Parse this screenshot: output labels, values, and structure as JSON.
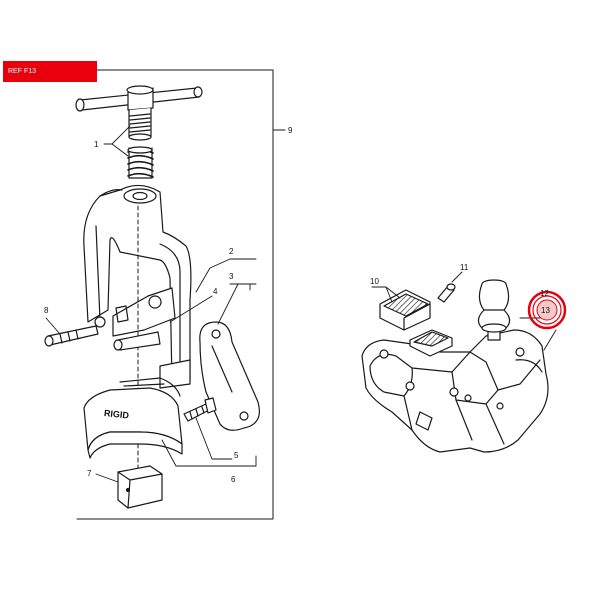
{
  "ref_tag": "REF F13",
  "labels": {
    "p1": "1",
    "p2": "2",
    "p3": "3",
    "p4": "4",
    "p5": "5",
    "p6": "6",
    "p7": "7",
    "p8": "8",
    "p9": "9",
    "p10": "10",
    "p11": "11",
    "p12": "12",
    "p13": "13"
  },
  "jaw_brand": "RIGID",
  "colors": {
    "banner": "#e8000c",
    "highlight": "#e8000c",
    "line": "#1a1a1a"
  },
  "highlighted_part": "13"
}
